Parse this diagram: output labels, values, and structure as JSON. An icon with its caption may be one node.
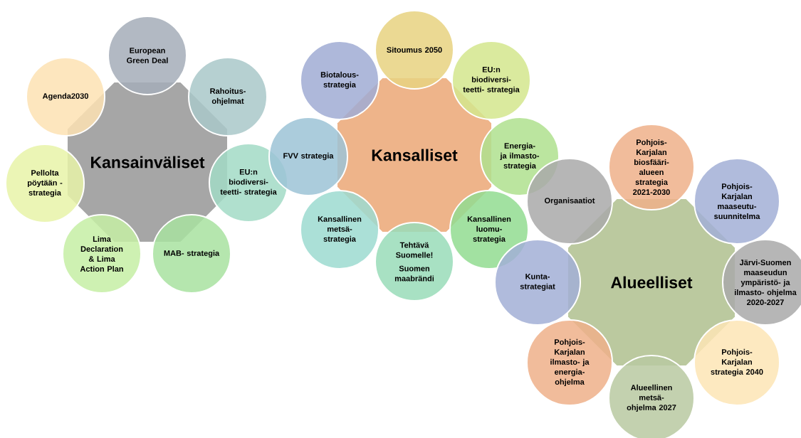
{
  "diagram": {
    "nodes": [
      {
        "text": [
          "Kansainväliset"
        ]
      },
      {
        "text": [
          "European Green Deal"
        ]
      },
      {
        "text": [
          "Rahoitus- ohjelmat"
        ]
      },
      {
        "text": [
          "EU:n biodiversi- teetti- strategia"
        ]
      },
      {
        "text": [
          "MAB- strategia"
        ]
      },
      {
        "text": [
          "Lima Declaration & Lima Action Plan"
        ]
      },
      {
        "text": [
          "Pellolta pöytään - strategia"
        ]
      },
      {
        "text": [
          "Agenda2030"
        ]
      },
      {
        "text": [
          "Kansalliset"
        ]
      },
      {
        "text": [
          "Sitoumus 2050"
        ]
      },
      {
        "text": [
          "EU:n biodiversi- teetti- strategia"
        ]
      },
      {
        "text": [
          "Energia- ja ilmasto- strategia"
        ]
      },
      {
        "text": [
          "Kansallinen luomu- strategia"
        ]
      },
      {
        "text": [
          "Tehtävä Suomelle!",
          "Suomen maabrändi"
        ]
      },
      {
        "text": [
          "Kansallinen metsä- strategia"
        ]
      },
      {
        "text": [
          "FVV strategia"
        ]
      },
      {
        "text": [
          "Biotalous- strategia"
        ]
      },
      {
        "text": [
          "Alueelliset"
        ]
      },
      {
        "text": [
          "Pohjois- Karjalan biosfääri- alueen strategia 2021-2030"
        ]
      },
      {
        "text": [
          "Pohjois- Karjalan maaseutu- suunnitelma"
        ]
      },
      {
        "text": [
          "Järvi-Suomen maaseudun ympäristö- ja ilmasto- ohjelma 2020-2027"
        ]
      },
      {
        "text": [
          "Pohjois- Karjalan strategia 2040"
        ]
      },
      {
        "text": [
          "Alueellinen metsä- ohjelma 2027"
        ]
      },
      {
        "text": [
          "Pohjois- Karjalan ilmasto- ja energia- ohjelma"
        ]
      },
      {
        "text": [
          "Kunta- strategiat"
        ]
      },
      {
        "text": [
          "Organisaatiot"
        ]
      }
    ]
  }
}
